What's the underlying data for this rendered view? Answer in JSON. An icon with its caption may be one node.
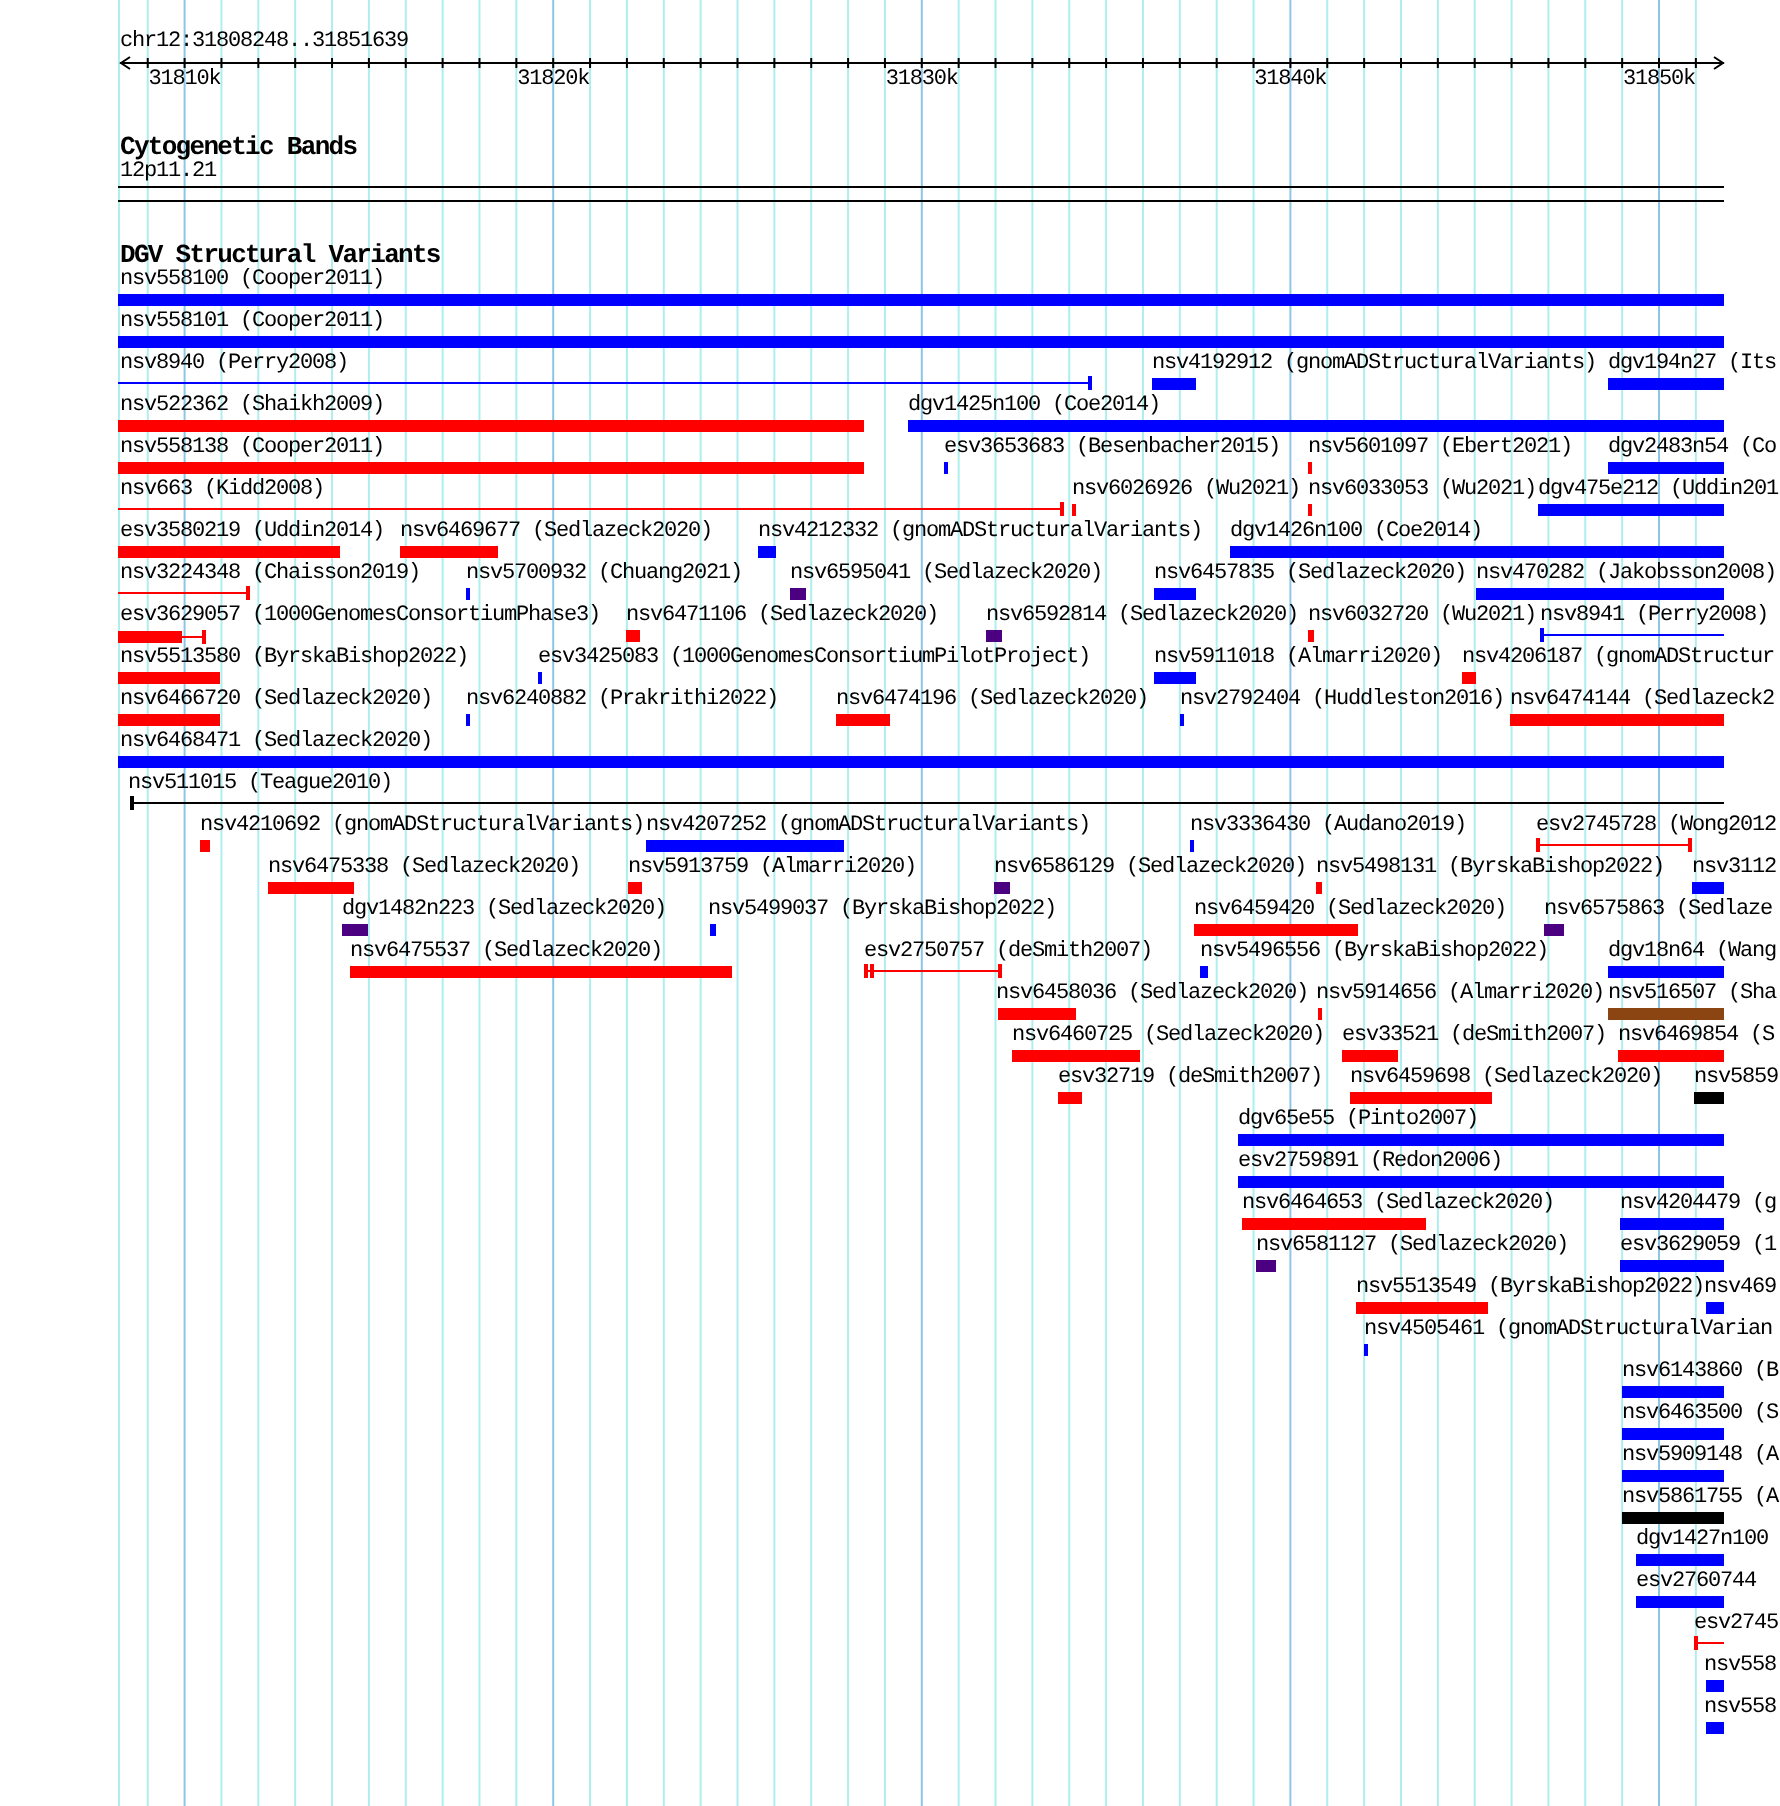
{
  "diagram": {
    "nodes": [
      {
        "text": [],
        "shape": "band",
        "beside": [
          "12p11.21"
        ]
      },
      {
        "text": [],
        "shape": "bar",
        "beside": [
          "nsv558100 (Cooper2011)"
        ]
      },
      {
        "text": [],
        "shape": "bar",
        "beside": [
          "nsv558101 (Cooper2011)"
        ]
      },
      {
        "text": [],
        "shape": "line",
        "beside": [
          "nsv8940 (Perry2008)"
        ]
      },
      {
        "text": [],
        "shape": "bar",
        "beside": [
          "nsv4192912 (gnomADStructuralVariants)"
        ]
      },
      {
        "text": [],
        "shape": "bar",
        "beside": [
          "dgv194n27 (Its"
        ]
      },
      {
        "text": [],
        "shape": "bar",
        "beside": [
          "nsv522362 (Shaikh2009)"
        ]
      },
      {
        "text": [],
        "shape": "bar",
        "beside": [
          "dgv1425n100 (Coe2014)"
        ]
      },
      {
        "text": [],
        "shape": "bar",
        "beside": [
          "nsv558138 (Cooper2011)"
        ]
      },
      {
        "text": [],
        "shape": "bar",
        "beside": [
          "esv3653683 (Besenbacher2015)"
        ]
      },
      {
        "text": [],
        "shape": "bar",
        "beside": [
          "nsv5601097 (Ebert2021)"
        ]
      },
      {
        "text": [],
        "shape": "bar",
        "beside": [
          "dgv2483n54 (Co"
        ]
      },
      {
        "text": [],
        "shape": "line",
        "beside": [
          "nsv663 (Kidd2008)"
        ]
      },
      {
        "text": [],
        "shape": "bar",
        "beside": [
          "nsv6026926 (Wu2021)"
        ]
      },
      {
        "text": [],
        "shape": "bar",
        "beside": [
          "nsv6033053 (Wu2021)"
        ]
      },
      {
        "text": [],
        "shape": "bar",
        "beside": [
          "dgv475e212 (Uddin201"
        ]
      },
      {
        "text": [],
        "shape": "bar",
        "beside": [
          "esv3580219 (Uddin2014)"
        ]
      },
      {
        "text": [],
        "shape": "bar",
        "beside": [
          "nsv6469677 (Sedlazeck2020)"
        ]
      },
      {
        "text": [],
        "shape": "bar",
        "beside": [
          "nsv4212332 (gnomADStructuralVariants)"
        ]
      },
      {
        "text": [],
        "shape": "bar",
        "beside": [
          "dgv1426n100 (Coe2014)"
        ]
      },
      {
        "text": [],
        "shape": "line",
        "beside": [
          "nsv3224348 (Chaisson2019)"
        ]
      },
      {
        "text": [],
        "shape": "bar",
        "beside": [
          "nsv5700932 (Chuang2021)"
        ]
      },
      {
        "text": [],
        "shape": "bar",
        "beside": [
          "nsv6595041 (Sedlazeck2020)"
        ]
      },
      {
        "text": [],
        "shape": "bar",
        "beside": [
          "nsv6457835 (Sedlazeck2020)"
        ]
      },
      {
        "text": [],
        "shape": "bar",
        "beside": [
          "nsv470282 (Jakobsson2008)"
        ]
      },
      {
        "text": [],
        "shape": "bar",
        "beside": [
          "esv3629057 (1000GenomesConsortiumPhase3)"
        ]
      },
      {
        "text": [],
        "shape": "bar",
        "beside": [
          "nsv6471106 (Sedlazeck2020)"
        ]
      },
      {
        "text": [],
        "shape": "bar",
        "beside": [
          "nsv6592814 (Sedlazeck2020)"
        ]
      },
      {
        "text": [],
        "shape": "bar",
        "beside": [
          "nsv6032720 (Wu2021)"
        ]
      },
      {
        "text": [],
        "shape": "line",
        "beside": [
          "nsv8941 (Perry2008)"
        ]
      },
      {
        "text": [],
        "shape": "bar",
        "beside": [
          "nsv5513580 (ByrskaBishop2022)"
        ]
      },
      {
        "text": [],
        "shape": "bar",
        "beside": [
          "esv3425083 (1000GenomesConsortiumPilotProject)"
        ]
      },
      {
        "text": [],
        "shape": "bar",
        "beside": [
          "nsv5911018 (Almarri2020)"
        ]
      },
      {
        "text": [],
        "shape": "bar",
        "beside": [
          "nsv4206187 (gnomADStructur"
        ]
      },
      {
        "text": [],
        "shape": "bar",
        "beside": [
          "nsv6466720 (Sedlazeck2020)"
        ]
      },
      {
        "text": [],
        "shape": "bar",
        "beside": [
          "nsv6240882 (Prakrithi2022)"
        ]
      },
      {
        "text": [],
        "shape": "bar",
        "beside": [
          "nsv6474196 (Sedlazeck2020)"
        ]
      },
      {
        "text": [],
        "shape": "bar",
        "beside": [
          "nsv2792404 (Huddleston2016)"
        ]
      },
      {
        "text": [],
        "shape": "bar",
        "beside": [
          "nsv6474144 (Sedlazeck2"
        ]
      },
      {
        "text": [],
        "shape": "bar",
        "beside": [
          "nsv6468471 (Sedlazeck2020)"
        ]
      },
      {
        "text": [],
        "shape": "line",
        "beside": [
          "nsv511015 (Teague2010)"
        ]
      },
      {
        "text": [],
        "shape": "bar",
        "beside": [
          "nsv4210692 (gnomADStructuralVariants)"
        ]
      },
      {
        "text": [],
        "shape": "bar",
        "beside": [
          "nsv4207252 (gnomADStructuralVariants)"
        ]
      },
      {
        "text": [],
        "shape": "bar",
        "beside": [
          "nsv3336430 (Audano2019)"
        ]
      },
      {
        "text": [],
        "shape": "line",
        "beside": [
          "esv2745728 (Wong2012"
        ]
      },
      {
        "text": [],
        "shape": "bar",
        "beside": [
          "nsv6475338 (Sedlazeck2020)"
        ]
      },
      {
        "text": [],
        "shape": "bar",
        "beside": [
          "nsv5913759 (Almarri2020)"
        ]
      },
      {
        "text": [],
        "shape": "bar",
        "beside": [
          "nsv6586129 (Sedlazeck2020)"
        ]
      },
      {
        "text": [],
        "shape": "bar",
        "beside": [
          "nsv5498131 (ByrskaBishop2022)"
        ]
      },
      {
        "text": [],
        "shape": "bar",
        "beside": [
          "nsv3112"
        ]
      },
      {
        "text": [],
        "shape": "bar",
        "beside": [
          "dgv1482n223 (Sedlazeck2020)"
        ]
      },
      {
        "text": [],
        "shape": "bar",
        "beside": [
          "nsv5499037 (ByrskaBishop2022)"
        ]
      },
      {
        "text": [],
        "shape": "bar",
        "beside": [
          "nsv6459420 (Sedlazeck2020)"
        ]
      },
      {
        "text": [],
        "shape": "bar",
        "beside": [
          "nsv6575863 (Sedlaze"
        ]
      },
      {
        "text": [],
        "shape": "bar",
        "beside": [
          "nsv6475537 (Sedlazeck2020)"
        ]
      },
      {
        "text": [],
        "shape": "line",
        "beside": [
          "esv2750757 (deSmith2007)"
        ]
      },
      {
        "text": [],
        "shape": "bar",
        "beside": [
          "nsv5496556 (ByrskaBishop2022)"
        ]
      },
      {
        "text": [],
        "shape": "bar",
        "beside": [
          "dgv18n64 (Wang"
        ]
      },
      {
        "text": [],
        "shape": "bar",
        "beside": [
          "nsv6458036 (Sedlazeck2020)"
        ]
      },
      {
        "text": [],
        "shape": "bar",
        "beside": [
          "nsv5914656 (Almarri2020)"
        ]
      },
      {
        "text": [],
        "shape": "bar",
        "beside": [
          "nsv516507 (Sha"
        ]
      },
      {
        "text": [],
        "shape": "bar",
        "beside": [
          "nsv6460725 (Sedlazeck2020)"
        ]
      },
      {
        "text": [],
        "shape": "bar",
        "beside": [
          "esv33521 (deSmith2007)"
        ]
      },
      {
        "text": [],
        "shape": "bar",
        "beside": [
          "nsv6469854 (S"
        ]
      },
      {
        "text": [],
        "shape": "bar",
        "beside": [
          "esv32719 (deSmith2007)"
        ]
      },
      {
        "text": [],
        "shape": "bar",
        "beside": [
          "nsv6459698 (Sedlazeck2020)"
        ]
      },
      {
        "text": [],
        "shape": "bar",
        "beside": [
          "nsv5859"
        ]
      },
      {
        "text": [],
        "shape": "bar",
        "beside": [
          "dgv65e55 (Pinto2007)"
        ]
      },
      {
        "text": [],
        "shape": "bar",
        "beside": [
          "esv2759891 (Redon2006)"
        ]
      },
      {
        "text": [],
        "shape": "bar",
        "beside": [
          "nsv6464653 (Sedlazeck2020)"
        ]
      },
      {
        "text": [],
        "shape": "bar",
        "beside": [
          "nsv4204479 (g"
        ]
      },
      {
        "text": [],
        "shape": "bar",
        "beside": [
          "nsv6581127 (Sedlazeck2020)"
        ]
      },
      {
        "text": [],
        "shape": "bar",
        "beside": [
          "esv3629059 (1"
        ]
      },
      {
        "text": [],
        "shape": "bar",
        "beside": [
          "nsv5513549 (ByrskaBishop2022)"
        ]
      },
      {
        "text": [],
        "shape": "bar",
        "beside": [
          "nsv469"
        ]
      },
      {
        "text": [],
        "shape": "bar",
        "beside": [
          "nsv4505461 (gnomADStructuralVarian"
        ]
      },
      {
        "text": [],
        "shape": "bar",
        "beside": [
          "nsv6143860 (B"
        ]
      },
      {
        "text": [],
        "shape": "bar",
        "beside": [
          "nsv6463500 (S"
        ]
      },
      {
        "text": [],
        "shape": "bar",
        "beside": [
          "nsv5909148 (A"
        ]
      },
      {
        "text": [],
        "shape": "bar",
        "beside": [
          "nsv5861755 (A"
        ]
      },
      {
        "text": [],
        "shape": "bar",
        "beside": [
          "dgv1427n100"
        ]
      },
      {
        "text": [],
        "shape": "bar",
        "beside": [
          "esv2760744"
        ]
      },
      {
        "text": [],
        "shape": "line",
        "beside": [
          "esv2745"
        ]
      },
      {
        "text": [],
        "shape": "bar",
        "beside": [
          "nsv558"
        ]
      },
      {
        "text": [],
        "shape": "bar",
        "beside": [
          "nsv558"
        ]
      }
    ],
    "labels": [
      "chr12:31808248..31851639",
      "31810k",
      "31820k",
      "31830k",
      "31840k",
      "31850k",
      "Cytogenetic Bands",
      "DGV Structural Variants"
    ]
  }
}
